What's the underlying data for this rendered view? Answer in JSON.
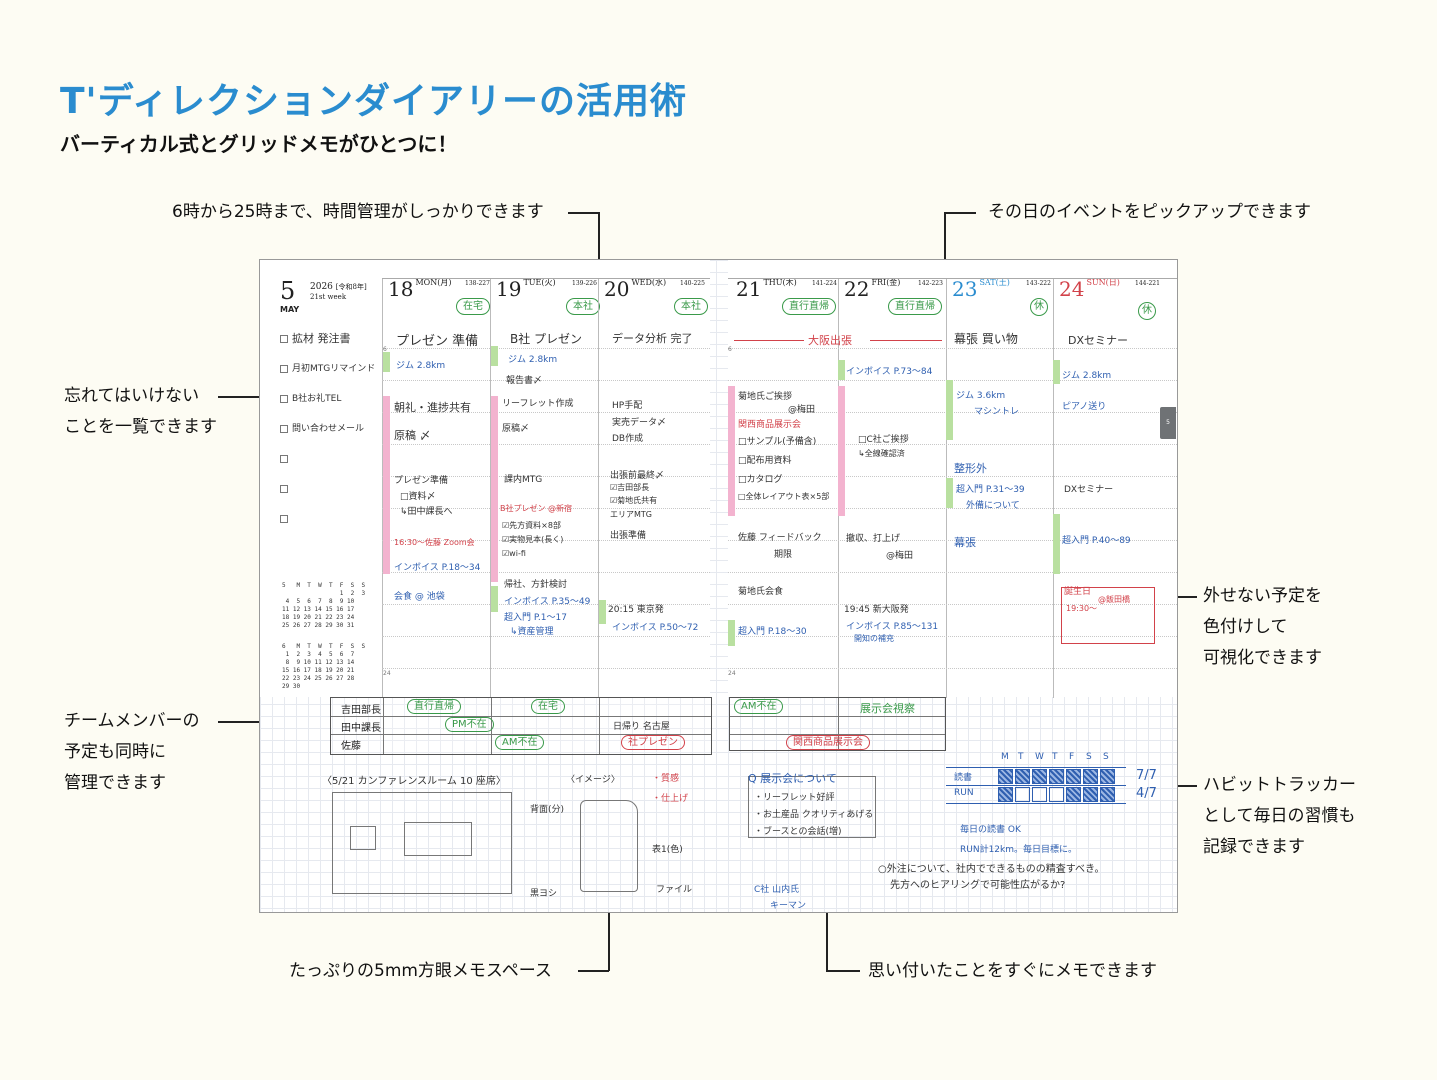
{
  "title": "T'ディレクションダイアリーの活用術",
  "subtitle": "バーティカル式とグリッドメモがひとつに！",
  "callouts": {
    "time": "6時から25時まで、時間管理がしっかりできます",
    "event": "その日のイベントをピックアップできます",
    "todo_1": "忘れてはいけない",
    "todo_2": "ことを一覧できます",
    "team_1": "チームメンバーの",
    "team_2": "予定も同時に",
    "team_3": "管理できます",
    "color_1": "外せない予定を",
    "color_2": "色付けして",
    "color_3": "可視化できます",
    "habit_1": "ハビットトラッカー",
    "habit_2": "として毎日の習慣も",
    "habit_3": "記録できます",
    "grid": "たっぷりの5mm方眼メモスペース",
    "memo": "思い付いたことをすぐにメモできます"
  },
  "planner": {
    "month_num": "5",
    "month_name": "MAY",
    "year": "2026",
    "era": "[令和8年]",
    "week": "21st week",
    "page_tab": "5",
    "days": [
      {
        "num": "18",
        "wd": "MON(月)",
        "code": "138-227",
        "color": "#222",
        "stamp": "在宅"
      },
      {
        "num": "19",
        "wd": "TUE(火)",
        "code": "139-226",
        "color": "#222",
        "stamp": "本社"
      },
      {
        "num": "20",
        "wd": "WED(水)",
        "code": "140-225",
        "color": "#222",
        "stamp": "本社"
      },
      {
        "num": "21",
        "wd": "THU(木)",
        "code": "141-224",
        "color": "#222",
        "stamp": "直行直帰"
      },
      {
        "num": "22",
        "wd": "FRI(金)",
        "code": "142-223",
        "color": "#222",
        "stamp": "直行直帰"
      },
      {
        "num": "23",
        "wd": "SAT(土)",
        "code": "143-222",
        "color": "#2a8ccf",
        "stamp": "休"
      },
      {
        "num": "24",
        "wd": "SUN(日)",
        "code": "144-221",
        "color": "#d2424a",
        "stamp": "休"
      }
    ],
    "todos": [
      "拡材 発注書",
      "月初MTGリマインド",
      "B社お礼TEL",
      "問い合わせメール"
    ],
    "mini_cal_may": "5   M  T  W  T  F  S  S\n                1  2  3\n 4  5  6  7  8  9 10\n11 12 13 14 15 16 17\n18 19 20 21 22 23 24\n25 26 27 28 29 30 31",
    "mini_cal_jun": "6   M  T  W  T  F  S  S\n 1  2  3  4  5  6  7\n 8  9 10 11 12 13 14\n15 16 17 18 19 20 21\n22 23 24 25 26 27 28\n29 30",
    "events": {
      "mon": "プレゼン 準備",
      "tue": "B社 プレゼン",
      "wed": "データ分析 完了",
      "thu_fri": "大阪出張",
      "sat": "幕張 買い物",
      "sun": "DXセミナー"
    },
    "entries": {
      "mon": [
        "ジム 2.8km",
        "朝礼・進捗共有",
        "原稿 〆",
        "プレゼン準備",
        "□資料〆",
        "↳田中課長へ",
        "16:30〜佐藤 Zoom会",
        "インボイス P.18〜34",
        "会食 @ 池袋"
      ],
      "tue": [
        "ジム 2.8km",
        "報告書〆",
        "リーフレット作成",
        "原稿〆",
        "課内MTG",
        "B社プレゼン @新宿",
        "☑先方資料×8部",
        "☑実物見本(長く)",
        "☑wi-fi",
        "帰社、方針検討",
        "インボイス P.35〜49",
        "超入門 P.1〜17",
        "↳資産管理"
      ],
      "wed": [
        "HP手配",
        "実売データ〆",
        "DB作成",
        "出張前最終〆",
        "☑吉田部長",
        "☑菊地氏共有",
        "エリアMTG",
        "出張準備",
        "20:15 東京発",
        "インボイス P.50〜72"
      ],
      "thu": [
        "菊地氏ご挨拶",
        "@梅田",
        "関西商品展示会",
        "□サンプル(予備含)",
        "□配布用資料",
        "□カタログ",
        "□全体レイアウト表×5部",
        "佐藤 フィードバック",
        "期限",
        "菊地氏会食",
        "超入門 P.18〜30"
      ],
      "fri": [
        "インボイス P.73〜84",
        "□C社ご挨拶",
        "↳全線確認済",
        "撤収、打上げ",
        "@梅田",
        "19:45 新大阪発",
        "インボイス P.85〜131",
        "開知の補充"
      ],
      "sat": [
        "ジム 3.6km",
        "マシントレ",
        "整形外",
        "超入門 P.31〜39",
        "外備について",
        "幕張"
      ],
      "sun": [
        "ジム 2.8km",
        "ピアノ送り",
        "DXセミナー",
        "超入門 P.40〜89",
        "誕生日",
        "@飯田橋",
        "19:30〜"
      ]
    },
    "team": {
      "members": [
        "吉田部長",
        "田中課長",
        "佐藤"
      ],
      "cells": [
        "直行直帰",
        "在宅",
        "PM不在",
        "AM不在",
        "日帰り 名古屋",
        "社プレゼン",
        "AM不在",
        "展示会視察",
        "関西商品展示会"
      ]
    },
    "memo": {
      "room_title": "〈5/21 カンファレンスルーム 10 座席〉",
      "image_label": "〈イメージ〉",
      "notes": [
        "・質感",
        "・仕上げ",
        "背面(分)",
        "表1(色)",
        "黒ヨシ",
        "ファイル"
      ],
      "exhibit_title": "Q 展示会について",
      "exhibit_lines": [
        "・リーフレット好評",
        "・お土産品 クオリティあげる",
        "・ブースとの会話(増)"
      ],
      "c_company": "C社 山内氏",
      "c_note": "キーマン",
      "reading_note": "毎日の読書 OK",
      "run_note": "RUN計12km。毎日目標に。",
      "order_note": "○外注について、社内でできるものの精査すべき。",
      "order_note2": "先方へのヒアリングで可能性広がるか?"
    },
    "habit": {
      "days": [
        "M",
        "T",
        "W",
        "T",
        "F",
        "S",
        "S"
      ],
      "rows": [
        {
          "name": "読書",
          "done": [
            1,
            1,
            1,
            1,
            1,
            1,
            1
          ],
          "score": "7/7"
        },
        {
          "name": "RUN",
          "done": [
            1,
            0,
            0,
            0,
            1,
            1,
            1
          ],
          "score": "4/7"
        }
      ]
    }
  }
}
